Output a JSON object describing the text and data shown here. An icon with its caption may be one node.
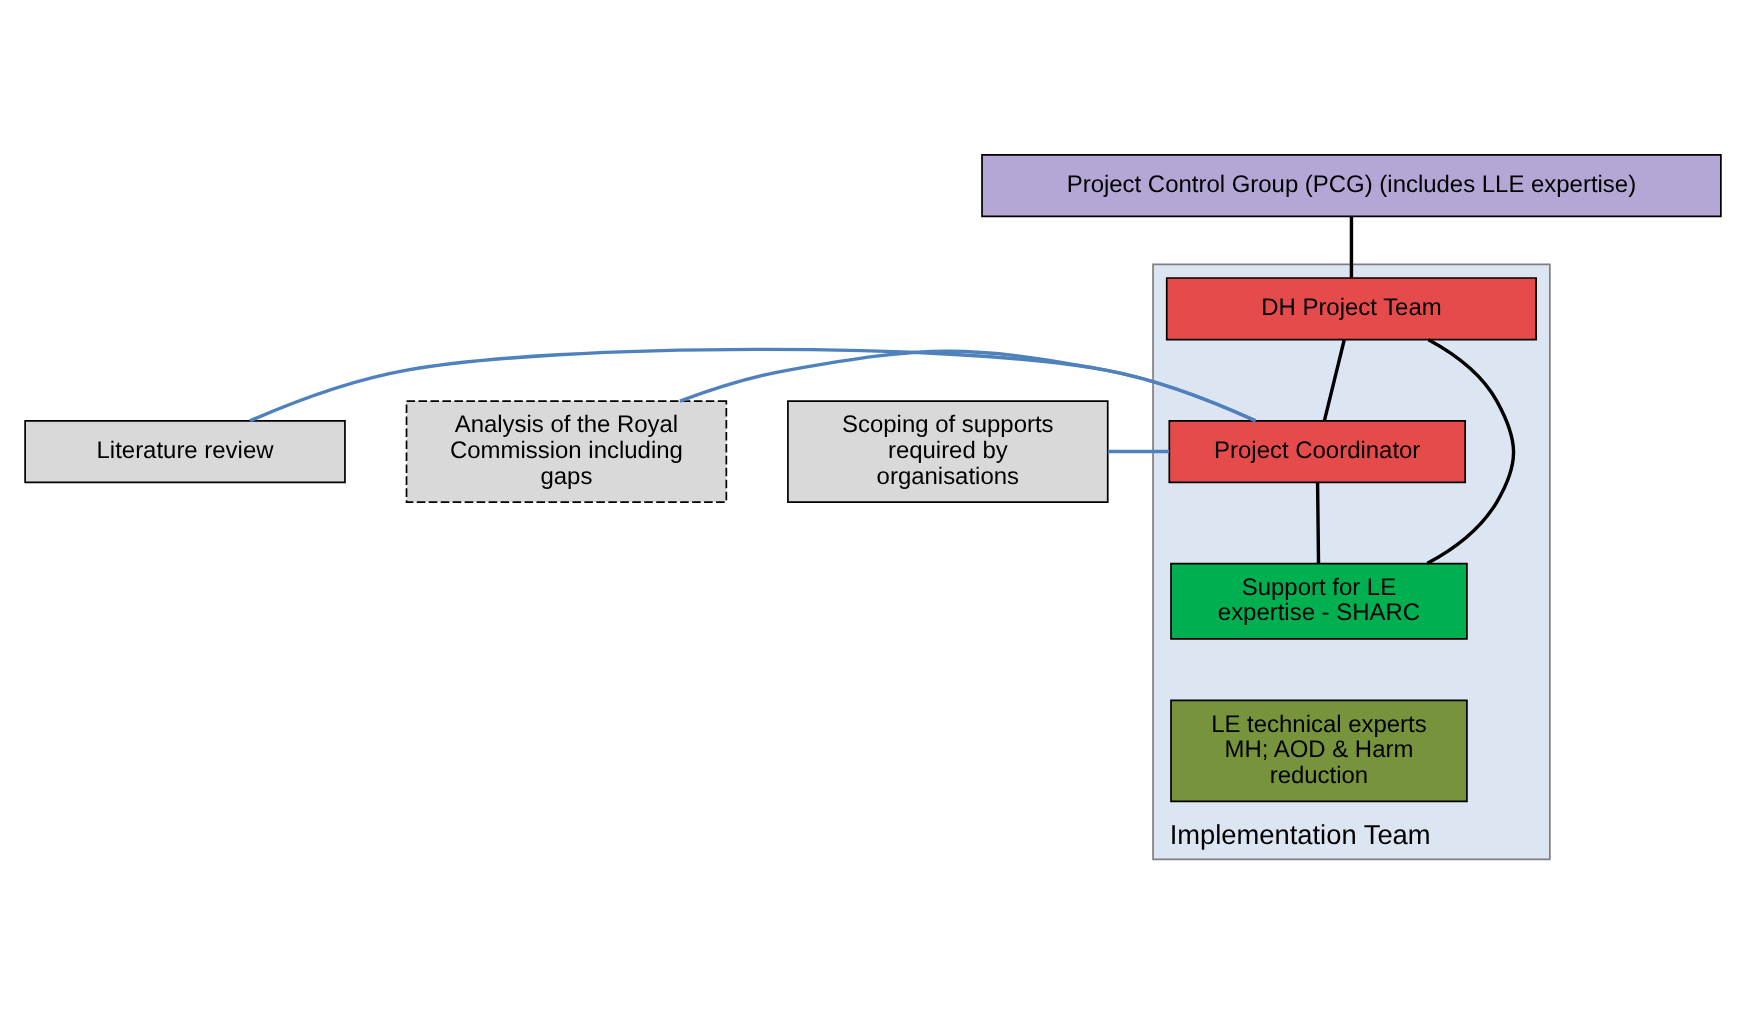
{
  "diagram": {
    "nodes": [
      {
        "text": [
          "Project Control Group (PCG) (includes LLE expertise)"
        ]
      },
      {
        "text": [
          "Implementation Team"
        ]
      },
      {
        "text": [
          "DH Project Team"
        ],
        "in": 1
      },
      {
        "text": [
          "Project Coordinator"
        ],
        "in": 1
      },
      {
        "text": [
          "Support for LE expertise - SHARC"
        ],
        "in": 1
      },
      {
        "text": [
          "LE technical experts MH; AOD & Harm reduction"
        ],
        "in": 1
      },
      {
        "text": [
          "Literature review"
        ]
      },
      {
        "text": [
          "Analysis of the Royal Commission including gaps"
        ]
      },
      {
        "text": [
          "Scoping of supports required by organisations"
        ]
      }
    ],
    "edges": [
      {
        "from": 0,
        "to": 2,
        "arrow": "none"
      },
      {
        "from": 2,
        "to": 3,
        "arrow": "none"
      },
      {
        "from": 2,
        "to": 4,
        "arrow": "none"
      },
      {
        "from": 3,
        "to": 4,
        "arrow": "none"
      },
      {
        "from": 6,
        "to": 3,
        "arrow": "none",
        "color": "#4f81bd"
      },
      {
        "from": 7,
        "to": 3,
        "arrow": "none",
        "color": "#4f81bd"
      },
      {
        "from": 8,
        "to": 3,
        "arrow": "none",
        "color": "#4f81bd"
      }
    ]
  }
}
